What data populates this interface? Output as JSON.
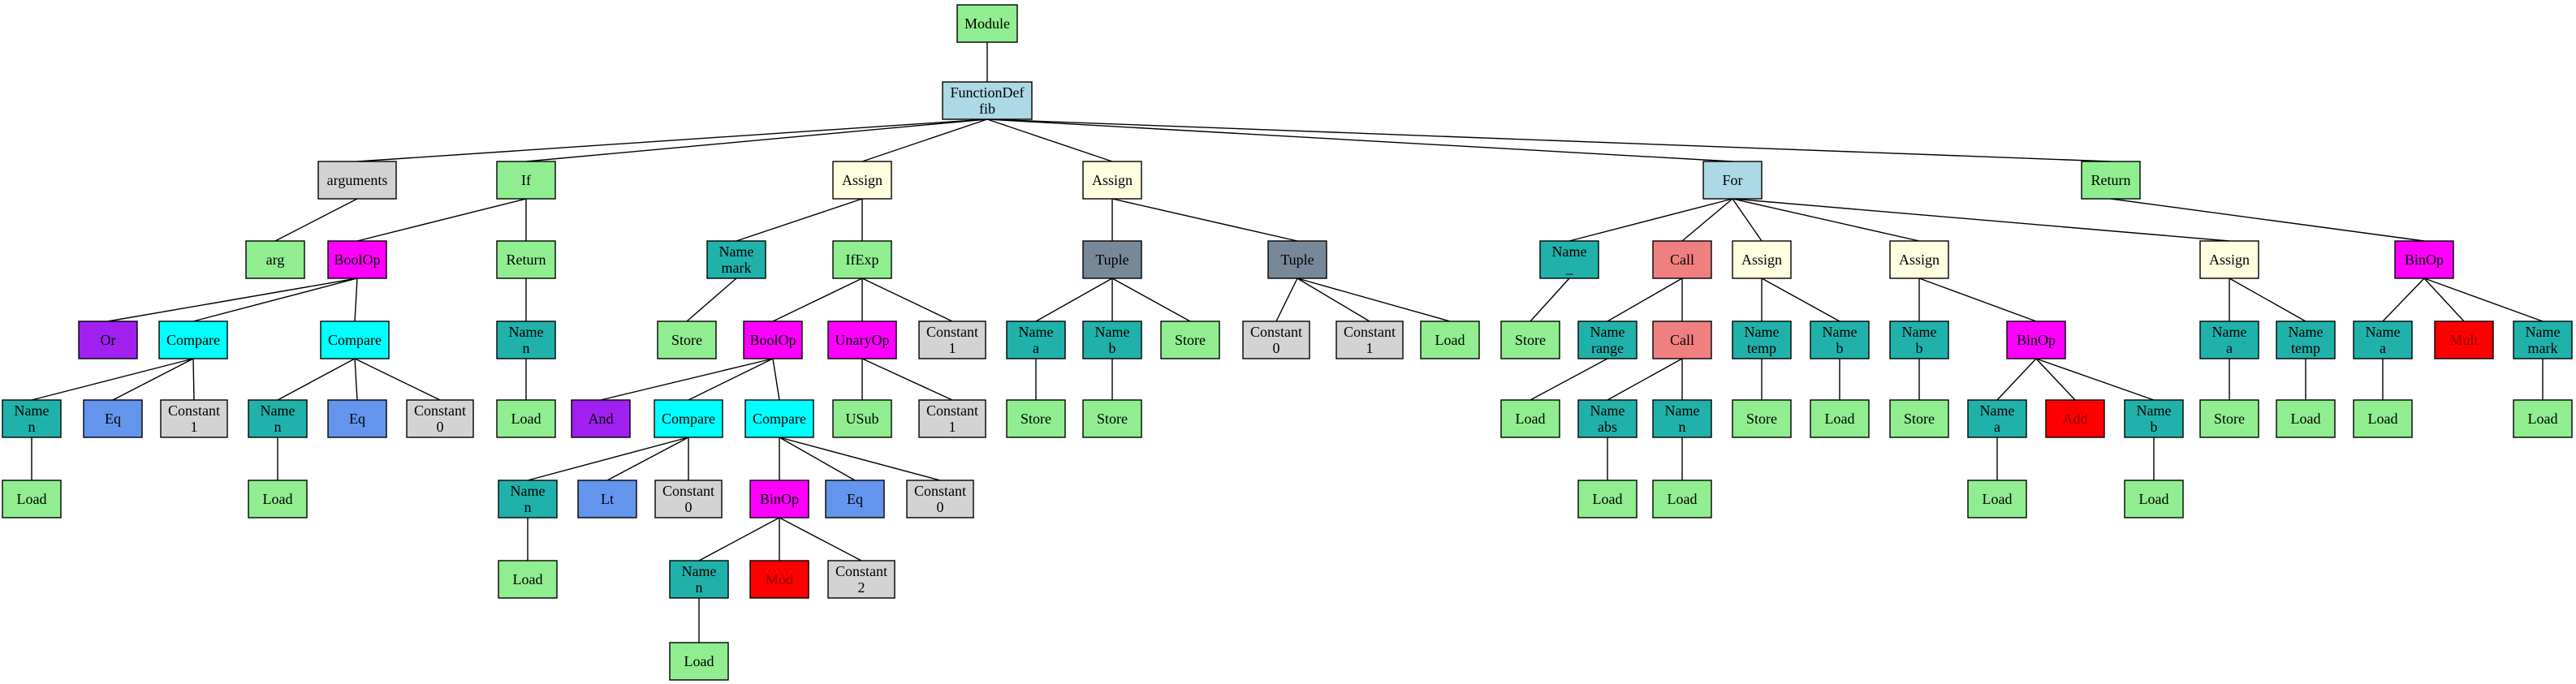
{
  "palette": {
    "module": "#90ee90",
    "functiondef": "#add8e6",
    "arguments": "#d3d3d3",
    "arg": "#90ee90",
    "if": "#90ee90",
    "return": "#90ee90",
    "assign": "#ffffe0",
    "for": "#add8e6",
    "ifexp": "#90ee90",
    "boolop": "#ff00ff",
    "binop": "#ff00ff",
    "unaryop": "#ff00ff",
    "compare": "#00ffff",
    "name": "#20b2aa",
    "tuple": "#778899",
    "call": "#f08080",
    "constant": "#d3d3d3",
    "load": "#90ee90",
    "store": "#90ee90",
    "op_logic": "#a020f0",
    "op_cmp": "#6495ed",
    "op_arith": "#ff0000",
    "op_usub": "#90ee90"
  },
  "nodes": [
    {
      "id": "n1",
      "kind": "module",
      "lines": [
        "Module"
      ]
    },
    {
      "id": "n2",
      "kind": "functiondef",
      "lines": [
        "FunctionDef",
        "fib"
      ]
    },
    {
      "id": "n3",
      "kind": "arguments",
      "lines": [
        "arguments"
      ]
    },
    {
      "id": "n4",
      "kind": "arg",
      "lines": [
        "arg"
      ]
    },
    {
      "id": "n5",
      "kind": "if",
      "lines": [
        "If"
      ]
    },
    {
      "id": "n6",
      "kind": "boolop",
      "lines": [
        "BoolOp"
      ]
    },
    {
      "id": "n7",
      "kind": "op_logic",
      "lines": [
        "Or"
      ]
    },
    {
      "id": "n8",
      "kind": "compare",
      "lines": [
        "Compare"
      ]
    },
    {
      "id": "n9",
      "kind": "name",
      "lines": [
        "Name",
        "n"
      ]
    },
    {
      "id": "n10",
      "kind": "load",
      "lines": [
        "Load"
      ]
    },
    {
      "id": "n11",
      "kind": "op_cmp",
      "lines": [
        "Eq"
      ]
    },
    {
      "id": "n12",
      "kind": "constant",
      "lines": [
        "Constant",
        "1"
      ]
    },
    {
      "id": "n13",
      "kind": "compare",
      "lines": [
        "Compare"
      ]
    },
    {
      "id": "n14",
      "kind": "name",
      "lines": [
        "Name",
        "n"
      ]
    },
    {
      "id": "n15",
      "kind": "load",
      "lines": [
        "Load"
      ]
    },
    {
      "id": "n16",
      "kind": "op_cmp",
      "lines": [
        "Eq"
      ]
    },
    {
      "id": "n17",
      "kind": "constant",
      "lines": [
        "Constant",
        "0"
      ]
    },
    {
      "id": "n18",
      "kind": "return",
      "lines": [
        "Return"
      ]
    },
    {
      "id": "n19",
      "kind": "name",
      "lines": [
        "Name",
        "n"
      ]
    },
    {
      "id": "n20",
      "kind": "load",
      "lines": [
        "Load"
      ]
    },
    {
      "id": "n21",
      "kind": "assign",
      "lines": [
        "Assign"
      ]
    },
    {
      "id": "n22",
      "kind": "name",
      "lines": [
        "Name",
        "mark"
      ]
    },
    {
      "id": "n23",
      "kind": "store",
      "lines": [
        "Store"
      ]
    },
    {
      "id": "n24",
      "kind": "ifexp",
      "lines": [
        "IfExp"
      ]
    },
    {
      "id": "n25",
      "kind": "boolop",
      "lines": [
        "BoolOp"
      ]
    },
    {
      "id": "n26",
      "kind": "op_logic",
      "lines": [
        "And"
      ]
    },
    {
      "id": "n27",
      "kind": "compare",
      "lines": [
        "Compare"
      ]
    },
    {
      "id": "n28",
      "kind": "name",
      "lines": [
        "Name",
        "n"
      ]
    },
    {
      "id": "n29",
      "kind": "load",
      "lines": [
        "Load"
      ]
    },
    {
      "id": "n30",
      "kind": "op_cmp",
      "lines": [
        "Lt"
      ]
    },
    {
      "id": "n31",
      "kind": "constant",
      "lines": [
        "Constant",
        "0"
      ]
    },
    {
      "id": "n32",
      "kind": "compare",
      "lines": [
        "Compare"
      ]
    },
    {
      "id": "n33",
      "kind": "binop",
      "lines": [
        "BinOp"
      ]
    },
    {
      "id": "n34",
      "kind": "name",
      "lines": [
        "Name",
        "n"
      ]
    },
    {
      "id": "n35",
      "kind": "load",
      "lines": [
        "Load"
      ]
    },
    {
      "id": "n36",
      "kind": "op_arith",
      "lines": [
        "Mod"
      ]
    },
    {
      "id": "n37",
      "kind": "constant",
      "lines": [
        "Constant",
        "2"
      ]
    },
    {
      "id": "n38",
      "kind": "op_cmp",
      "lines": [
        "Eq"
      ]
    },
    {
      "id": "n39",
      "kind": "constant",
      "lines": [
        "Constant",
        "0"
      ]
    },
    {
      "id": "n40",
      "kind": "unaryop",
      "lines": [
        "UnaryOp"
      ]
    },
    {
      "id": "n41",
      "kind": "op_usub",
      "lines": [
        "USub"
      ]
    },
    {
      "id": "n42",
      "kind": "constant",
      "lines": [
        "Constant",
        "1"
      ]
    },
    {
      "id": "n43",
      "kind": "constant",
      "lines": [
        "Constant",
        "1"
      ]
    },
    {
      "id": "n44",
      "kind": "assign",
      "lines": [
        "Assign"
      ]
    },
    {
      "id": "n45",
      "kind": "tuple",
      "lines": [
        "Tuple"
      ]
    },
    {
      "id": "n46",
      "kind": "name",
      "lines": [
        "Name",
        "a"
      ]
    },
    {
      "id": "n47",
      "kind": "store",
      "lines": [
        "Store"
      ]
    },
    {
      "id": "n48",
      "kind": "name",
      "lines": [
        "Name",
        "b"
      ]
    },
    {
      "id": "n49",
      "kind": "store",
      "lines": [
        "Store"
      ]
    },
    {
      "id": "n50",
      "kind": "store",
      "lines": [
        "Store"
      ]
    },
    {
      "id": "n51",
      "kind": "tuple",
      "lines": [
        "Tuple"
      ]
    },
    {
      "id": "n52",
      "kind": "constant",
      "lines": [
        "Constant",
        "0"
      ]
    },
    {
      "id": "n53",
      "kind": "constant",
      "lines": [
        "Constant",
        "1"
      ]
    },
    {
      "id": "n54",
      "kind": "load",
      "lines": [
        "Load"
      ]
    },
    {
      "id": "n55",
      "kind": "for",
      "lines": [
        "For"
      ]
    },
    {
      "id": "n56",
      "kind": "name",
      "lines": [
        "Name",
        "_"
      ]
    },
    {
      "id": "n57",
      "kind": "store",
      "lines": [
        "Store"
      ]
    },
    {
      "id": "n58",
      "kind": "call",
      "lines": [
        "Call"
      ]
    },
    {
      "id": "n59",
      "kind": "name",
      "lines": [
        "Name",
        "range"
      ]
    },
    {
      "id": "n60",
      "kind": "load",
      "lines": [
        "Load"
      ]
    },
    {
      "id": "n61",
      "kind": "call",
      "lines": [
        "Call"
      ]
    },
    {
      "id": "n62",
      "kind": "name",
      "lines": [
        "Name",
        "abs"
      ]
    },
    {
      "id": "n63",
      "kind": "load",
      "lines": [
        "Load"
      ]
    },
    {
      "id": "n64",
      "kind": "name",
      "lines": [
        "Name",
        "n"
      ]
    },
    {
      "id": "n65",
      "kind": "load",
      "lines": [
        "Load"
      ]
    },
    {
      "id": "n66",
      "kind": "assign",
      "lines": [
        "Assign"
      ]
    },
    {
      "id": "n67",
      "kind": "name",
      "lines": [
        "Name",
        "temp"
      ]
    },
    {
      "id": "n68",
      "kind": "store",
      "lines": [
        "Store"
      ]
    },
    {
      "id": "n69",
      "kind": "name",
      "lines": [
        "Name",
        "b"
      ]
    },
    {
      "id": "n70",
      "kind": "load",
      "lines": [
        "Load"
      ]
    },
    {
      "id": "n71",
      "kind": "assign",
      "lines": [
        "Assign"
      ]
    },
    {
      "id": "n72",
      "kind": "name",
      "lines": [
        "Name",
        "b"
      ]
    },
    {
      "id": "n73",
      "kind": "store",
      "lines": [
        "Store"
      ]
    },
    {
      "id": "n74",
      "kind": "binop",
      "lines": [
        "BinOp"
      ]
    },
    {
      "id": "n75",
      "kind": "name",
      "lines": [
        "Name",
        "a"
      ]
    },
    {
      "id": "n76",
      "kind": "load",
      "lines": [
        "Load"
      ]
    },
    {
      "id": "n77",
      "kind": "op_arith",
      "lines": [
        "Add"
      ]
    },
    {
      "id": "n78",
      "kind": "name",
      "lines": [
        "Name",
        "b"
      ]
    },
    {
      "id": "n79",
      "kind": "load",
      "lines": [
        "Load"
      ]
    },
    {
      "id": "n80",
      "kind": "assign",
      "lines": [
        "Assign"
      ]
    },
    {
      "id": "n81",
      "kind": "name",
      "lines": [
        "Name",
        "a"
      ]
    },
    {
      "id": "n82",
      "kind": "store",
      "lines": [
        "Store"
      ]
    },
    {
      "id": "n83",
      "kind": "name",
      "lines": [
        "Name",
        "temp"
      ]
    },
    {
      "id": "n84",
      "kind": "load",
      "lines": [
        "Load"
      ]
    },
    {
      "id": "n85",
      "kind": "return",
      "lines": [
        "Return"
      ]
    },
    {
      "id": "n86",
      "kind": "binop",
      "lines": [
        "BinOp"
      ]
    },
    {
      "id": "n87",
      "kind": "name",
      "lines": [
        "Name",
        "a"
      ]
    },
    {
      "id": "n88",
      "kind": "load",
      "lines": [
        "Load"
      ]
    },
    {
      "id": "n89",
      "kind": "op_arith",
      "lines": [
        "Mult"
      ]
    },
    {
      "id": "n90",
      "kind": "name",
      "lines": [
        "Name",
        "mark"
      ]
    },
    {
      "id": "n91",
      "kind": "load",
      "lines": [
        "Load"
      ]
    }
  ],
  "edges": [
    [
      "n1",
      "n2"
    ],
    [
      "n2",
      "n3"
    ],
    [
      "n3",
      "n4"
    ],
    [
      "n2",
      "n5"
    ],
    [
      "n5",
      "n6"
    ],
    [
      "n6",
      "n7"
    ],
    [
      "n6",
      "n8"
    ],
    [
      "n8",
      "n9"
    ],
    [
      "n9",
      "n10"
    ],
    [
      "n8",
      "n11"
    ],
    [
      "n8",
      "n12"
    ],
    [
      "n6",
      "n13"
    ],
    [
      "n13",
      "n14"
    ],
    [
      "n14",
      "n15"
    ],
    [
      "n13",
      "n16"
    ],
    [
      "n13",
      "n17"
    ],
    [
      "n5",
      "n18"
    ],
    [
      "n18",
      "n19"
    ],
    [
      "n19",
      "n20"
    ],
    [
      "n2",
      "n21"
    ],
    [
      "n21",
      "n22"
    ],
    [
      "n22",
      "n23"
    ],
    [
      "n21",
      "n24"
    ],
    [
      "n24",
      "n25"
    ],
    [
      "n25",
      "n26"
    ],
    [
      "n25",
      "n27"
    ],
    [
      "n27",
      "n28"
    ],
    [
      "n28",
      "n29"
    ],
    [
      "n27",
      "n30"
    ],
    [
      "n27",
      "n31"
    ],
    [
      "n25",
      "n32"
    ],
    [
      "n32",
      "n33"
    ],
    [
      "n33",
      "n34"
    ],
    [
      "n34",
      "n35"
    ],
    [
      "n33",
      "n36"
    ],
    [
      "n33",
      "n37"
    ],
    [
      "n32",
      "n38"
    ],
    [
      "n32",
      "n39"
    ],
    [
      "n24",
      "n40"
    ],
    [
      "n40",
      "n41"
    ],
    [
      "n40",
      "n42"
    ],
    [
      "n24",
      "n43"
    ],
    [
      "n2",
      "n44"
    ],
    [
      "n44",
      "n45"
    ],
    [
      "n45",
      "n46"
    ],
    [
      "n46",
      "n47"
    ],
    [
      "n45",
      "n48"
    ],
    [
      "n48",
      "n49"
    ],
    [
      "n45",
      "n50"
    ],
    [
      "n44",
      "n51"
    ],
    [
      "n51",
      "n52"
    ],
    [
      "n51",
      "n53"
    ],
    [
      "n51",
      "n54"
    ],
    [
      "n2",
      "n55"
    ],
    [
      "n55",
      "n56"
    ],
    [
      "n56",
      "n57"
    ],
    [
      "n55",
      "n58"
    ],
    [
      "n58",
      "n59"
    ],
    [
      "n59",
      "n60"
    ],
    [
      "n58",
      "n61"
    ],
    [
      "n61",
      "n62"
    ],
    [
      "n62",
      "n63"
    ],
    [
      "n61",
      "n64"
    ],
    [
      "n64",
      "n65"
    ],
    [
      "n55",
      "n66"
    ],
    [
      "n66",
      "n67"
    ],
    [
      "n67",
      "n68"
    ],
    [
      "n66",
      "n69"
    ],
    [
      "n69",
      "n70"
    ],
    [
      "n55",
      "n71"
    ],
    [
      "n71",
      "n72"
    ],
    [
      "n72",
      "n73"
    ],
    [
      "n71",
      "n74"
    ],
    [
      "n74",
      "n75"
    ],
    [
      "n75",
      "n76"
    ],
    [
      "n74",
      "n77"
    ],
    [
      "n74",
      "n78"
    ],
    [
      "n78",
      "n79"
    ],
    [
      "n55",
      "n80"
    ],
    [
      "n80",
      "n81"
    ],
    [
      "n81",
      "n82"
    ],
    [
      "n80",
      "n83"
    ],
    [
      "n83",
      "n84"
    ],
    [
      "n2",
      "n85"
    ],
    [
      "n85",
      "n86"
    ],
    [
      "n86",
      "n87"
    ],
    [
      "n87",
      "n88"
    ],
    [
      "n86",
      "n89"
    ],
    [
      "n86",
      "n90"
    ],
    [
      "n90",
      "n91"
    ]
  ]
}
